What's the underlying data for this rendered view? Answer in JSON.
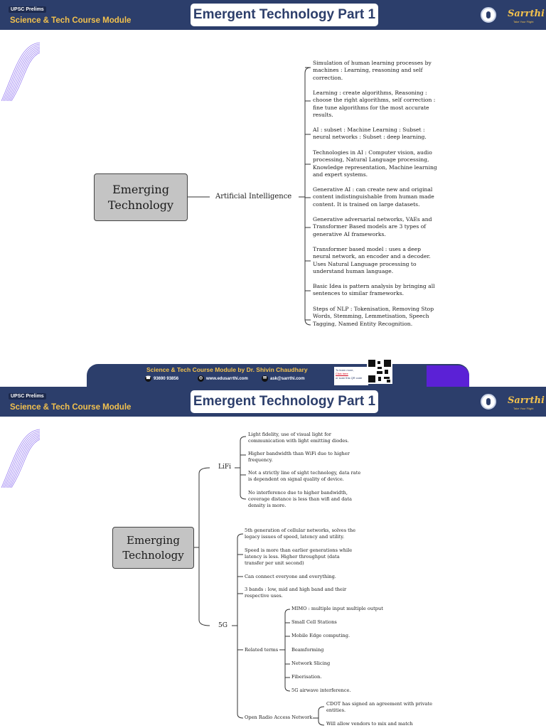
{
  "header": {
    "tagline": "UPSC Prelims",
    "course": "Science & Tech Course Module",
    "title": "Emergent Technology Part 1",
    "brand": "Sarrthi",
    "brand_sub": "Take Your Flight"
  },
  "footer": {
    "credit": "Science & Tech Course Module by Dr. Shivin Chaudhary",
    "phone": "93690 93856",
    "website": "www.edusarrthi.com",
    "email": "ask@sarrthi.com",
    "cta_line1": "To learn more,",
    "cta_link": "Click here",
    "cta_line2": "or scan this QR code"
  },
  "page1": {
    "root": "Emerging Technology",
    "branch": "Artificial Intelligence",
    "leaves": [
      "Simulation of human learning processes by machines : Learning, reasoning and self correction.",
      "Learning : create algorithms, Reasoning : choose the right algorithms, self correction : fine tune algorithms for the most accurate results.",
      "AI : subset : Machine Learning : Subset : neural networks : Subset : deep learning.",
      "Technologies in AI : Computer vision, audio processing, Natural Language processing, Knowledge representation, Machine learning and expert systems.",
      "Generative AI : can create new and original content indistinguishable from human made content. It is trained on large datasets.",
      "Generative adversarial networks, VAEs  and Transformer Based models are 3 types of generative AI frameworks.",
      "Transformer based model : uses a deep neural network, an encoder and a decoder. Uses Natural Language processing to understand human language.",
      "Basic Idea is pattern analysis by bringing all sentences to similar frameworks.",
      "Steps of NLP : Tokenisation, Removing Stop Words, Stemming, Lemmetisation, Speech Tagging, Named Entity Recognition."
    ]
  },
  "page2": {
    "root": "Emerging Technology",
    "lifi": {
      "label": "LiFi",
      "leaves": [
        "Light fidelity, use of visual light for communication with light emitting diodes.",
        "Higher bandwidth than WiFi due to higher frequency.",
        "Not a strictly line of sight technology, data rate is dependent on signal quality of device.",
        "No interference due to higher bandwidth, coverage distance is less than wifi and data density is more."
      ]
    },
    "fiveg": {
      "label": "5G",
      "leaves": [
        "5th generation of cellular networks, solves the legacy issues of speed, latency and utility.",
        "Speed is more than earlier generations while latency is less. Higher throughput (data transfer per unit second)",
        "Can connect everyone and everything.",
        "3 bands : low, mid and high band and their respective uses."
      ],
      "related_label": "Related terms",
      "related": [
        "MIMO : multiple input multiple output",
        "Small Cell Stations",
        "Mobile Edge computing.",
        "Beamforming",
        "Network Slicing",
        "Fiberisation.",
        "5G airwave interference."
      ],
      "oran_label": "Open Radio Access Network",
      "oran": [
        "CDOT has signed an agreement with private entities.",
        "Will allow vendors to mix and match"
      ]
    }
  }
}
